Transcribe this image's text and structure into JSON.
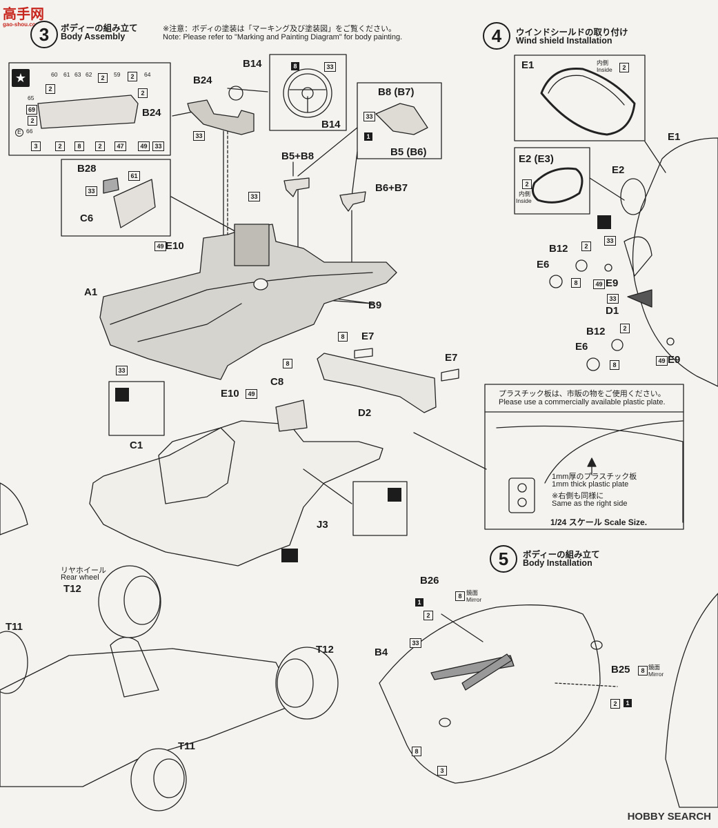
{
  "watermark_top": {
    "main": "高手网",
    "sub": "gao-shou.com"
  },
  "watermark_bottom": "HOBBY SEARCH",
  "step3": {
    "number": "3",
    "title_jp": "ボディーの組み立て",
    "title_en": "Body Assembly",
    "note_jp": "※注意：ボディの塗装は「マーキング及び塗装図」をご覧ください。",
    "note_en": "Note: Please refer to \"Marking and Painting Diagram\" for body painting."
  },
  "step4": {
    "number": "4",
    "title_jp": "ウインドシールドの取り付け",
    "title_en": "Wind shield Installation"
  },
  "step5": {
    "number": "5",
    "title_jp": "ボディーの組み立て",
    "title_en": "Body Installation"
  },
  "inside": {
    "jp": "内側",
    "en": "Inside"
  },
  "mirror": {
    "jp": "鏡面",
    "en": "Mirror"
  },
  "rear_wheel": {
    "jp": "リヤホイール",
    "en": "Rear wheel"
  },
  "plastic_note": {
    "jp": "プラスチック板は、市販の物をご使用ください。",
    "en": "Please use a commercially available plastic plate."
  },
  "plate_note": {
    "jp1": "1mm厚のプラスチック板",
    "en1": "1mm thick plastic plate",
    "jp2": "※右側も同様に",
    "en2": "Same as the right side",
    "scale": "1/24 スケール Scale Size."
  },
  "parts": {
    "B14": "B14",
    "B24": "B24",
    "B8B7": "B8 (B7)",
    "B5B8": "B5+B8",
    "B5B6": "B5 (B6)",
    "B6B7": "B6+B7",
    "B28": "B28",
    "C6": "C6",
    "E10": "E10",
    "A1": "A1",
    "B9": "B9",
    "E7": "E7",
    "C8": "C8",
    "D2": "D2",
    "C1": "C1",
    "J3": "J3",
    "E1": "E1",
    "E2E3": "E2 (E3)",
    "E2": "E2",
    "B12": "B12",
    "E6": "E6",
    "E9": "E9",
    "D1": "D1",
    "B26": "B26",
    "B4": "B4",
    "B25": "B25",
    "T12": "T12",
    "T11": "T11"
  },
  "colors": {
    "c2": "2",
    "c3": "3",
    "c8": "8",
    "c33": "33",
    "c47": "47",
    "c49": "49",
    "c1": "1",
    "c59": "59",
    "c60": "60",
    "c61": "61",
    "c62": "62",
    "c63": "63",
    "c64": "64",
    "c65": "65",
    "c66": "66",
    "c69": "69"
  },
  "decal_e": "E"
}
